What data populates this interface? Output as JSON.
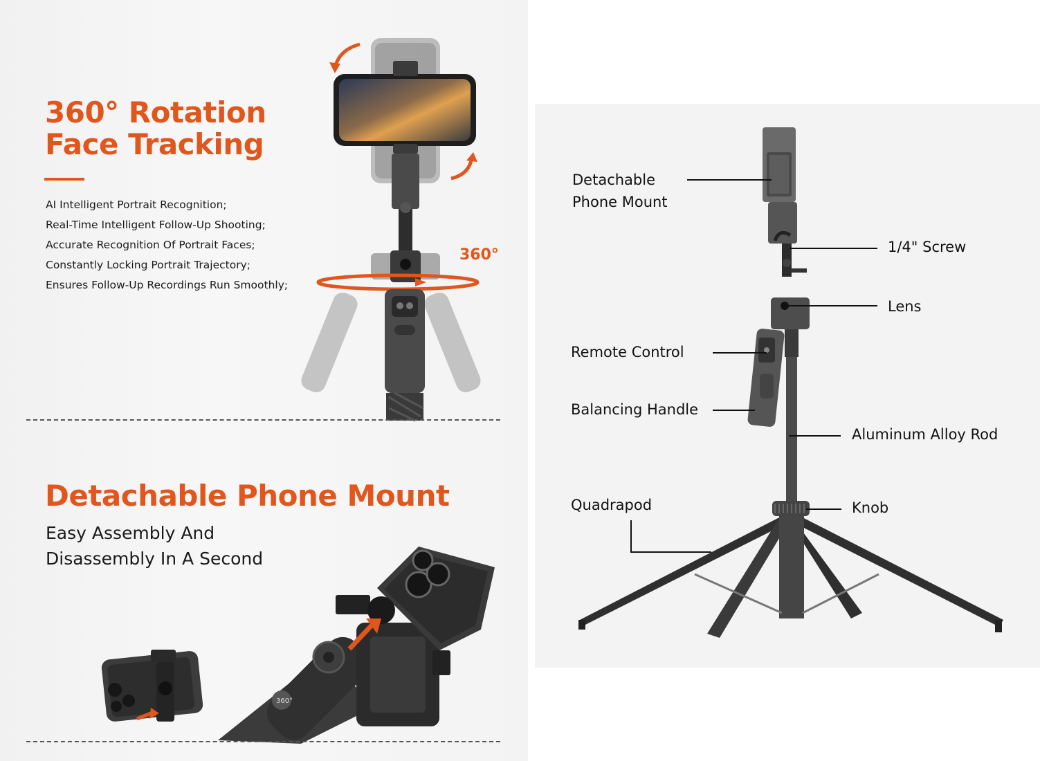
{
  "colors": {
    "accent": "#e0561d",
    "panel": "#f3f3f3",
    "text": "#1a1a1a"
  },
  "rotation": {
    "title_line1": "360° Rotation",
    "title_line2": "Face Tracking",
    "bullets": [
      "AI Intelligent Portrait Recognition;",
      "Real-Time Intelligent Follow-Up Shooting;",
      "Accurate Recognition Of Portrait Faces;",
      "Constantly Locking Portrait Trajectory;",
      "Ensures Follow-Up Recordings Run Smoothly;"
    ],
    "degree_label": "360°"
  },
  "mount": {
    "title": "Detachable Phone Mount",
    "sub_line1": "Easy Assembly And",
    "sub_line2": "Disassembly In A Second",
    "dial_label": "360°"
  },
  "diagram": {
    "detachable_line1": "Detachable",
    "detachable_line2": "Phone Mount",
    "screw": "1/4\" Screw",
    "lens": "Lens",
    "remote": "Remote Control",
    "handle": "Balancing Handle",
    "rod": "Aluminum Alloy Rod",
    "quadrapod": "Quadrapod",
    "knob": "Knob"
  }
}
